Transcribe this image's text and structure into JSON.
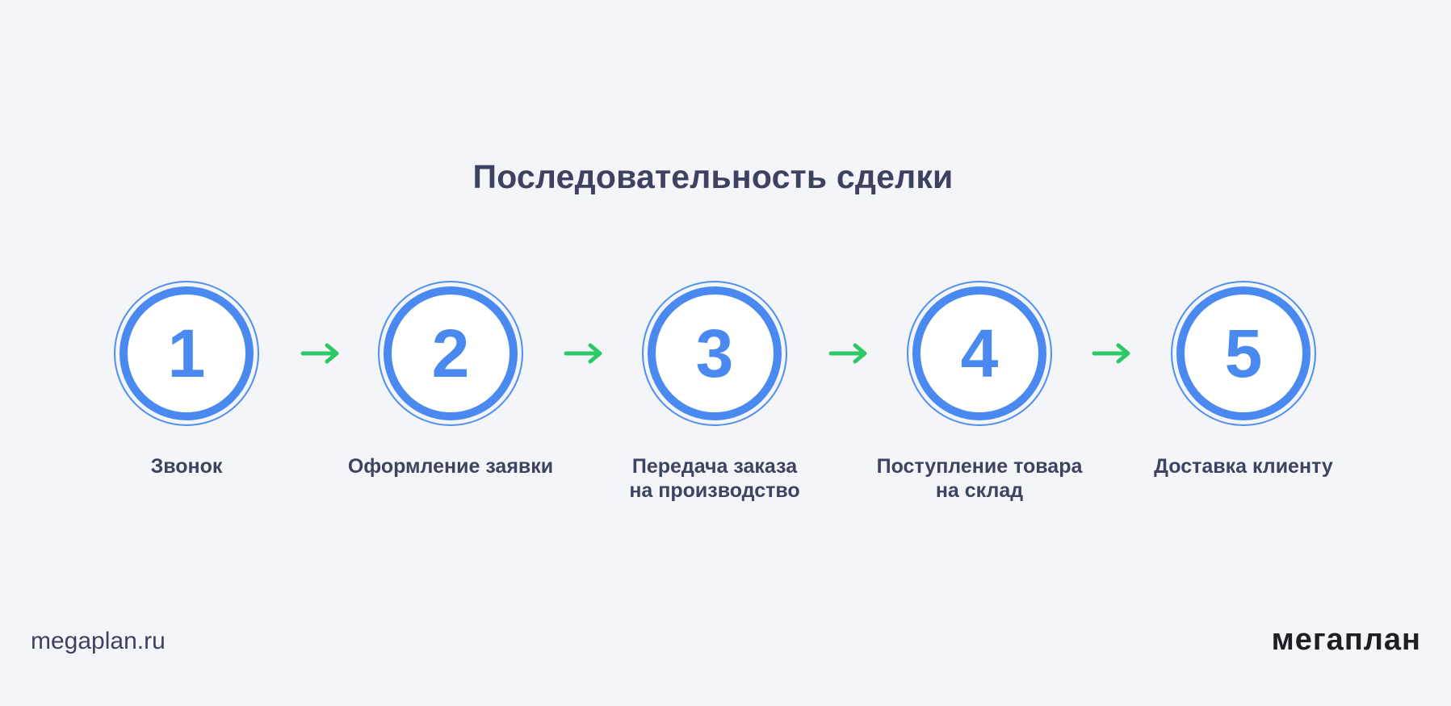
{
  "title": "Последовательность сделки",
  "steps": [
    {
      "number": "1",
      "label_lines": [
        "Звонок"
      ]
    },
    {
      "number": "2",
      "label_lines": [
        "Оформление заявки"
      ]
    },
    {
      "number": "3",
      "label_lines": [
        "Передача заказа",
        "на производство"
      ]
    },
    {
      "number": "4",
      "label_lines": [
        "Поступление товара",
        "на склад"
      ]
    },
    {
      "number": "5",
      "label_lines": [
        "Доставка клиенту"
      ]
    }
  ],
  "footer": {
    "url": "megaplan.ru",
    "logo": "мегаплан"
  },
  "colors": {
    "circle_blue": "#4a8af0",
    "arrow_green": "#2ec866",
    "text_dark": "#3d4460",
    "background": "#f4f5f9"
  },
  "icons": {
    "arrow": "arrow-right-icon"
  }
}
